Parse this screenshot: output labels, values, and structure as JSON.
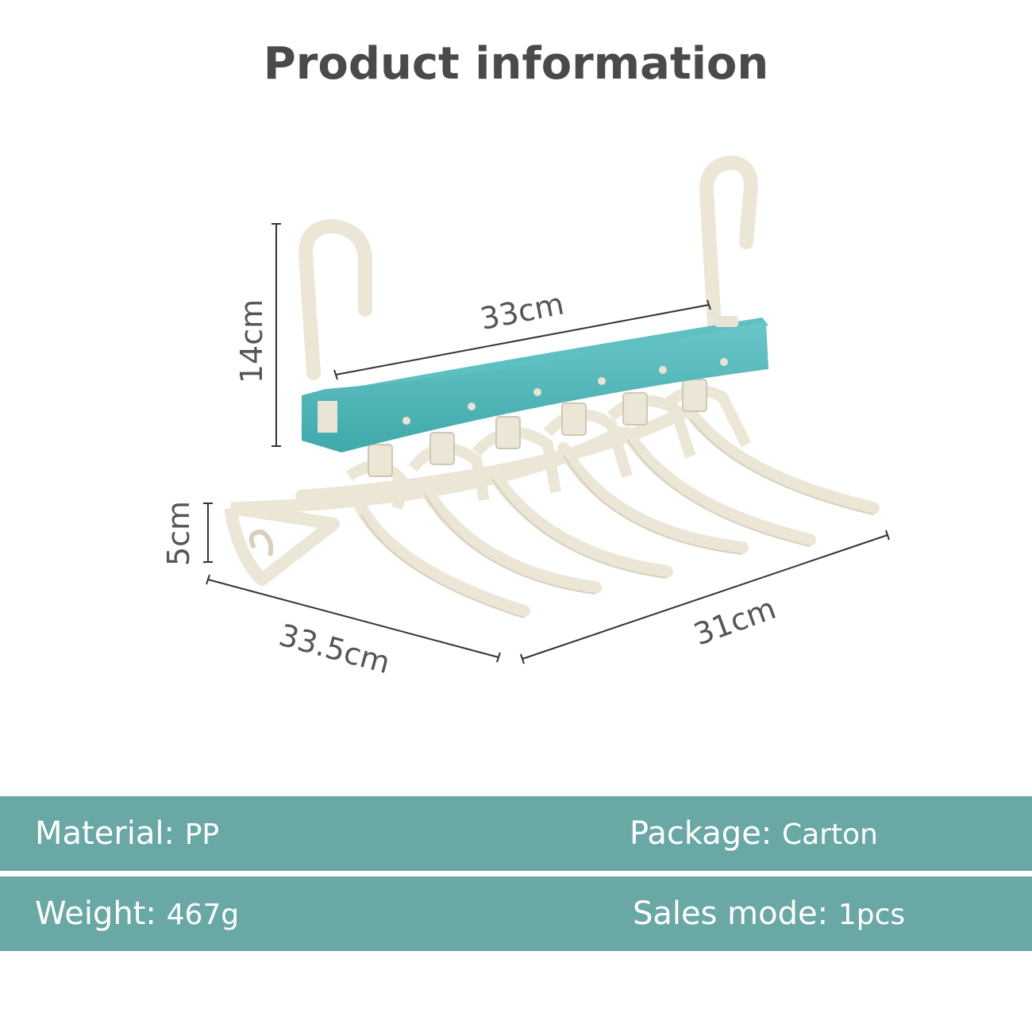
{
  "title": "Product information",
  "dimensions": {
    "height": "14cm",
    "top_width": "33cm",
    "hanger_depth": "5cm",
    "bottom_left": "33.5cm",
    "bottom_right": "31cm"
  },
  "colors": {
    "accent": "#6aa8a6",
    "bar": "#4fb5b7",
    "hanger": "#ece6d6"
  },
  "specs": {
    "material_label": "Material:",
    "material_value": "PP",
    "package_label": "Package:",
    "package_value": "Carton",
    "weight_label": "Weight:",
    "weight_value": "467g",
    "sales_label": "Sales mode:",
    "sales_value": "1pcs"
  }
}
